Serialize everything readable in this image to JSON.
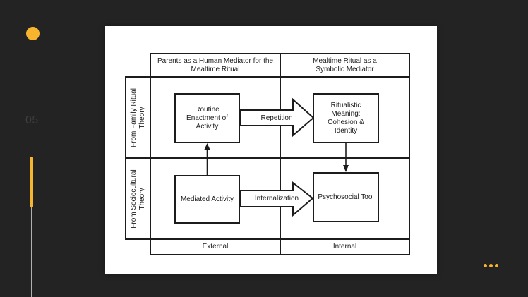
{
  "slide": {
    "page_number": "05",
    "colors": {
      "background": "#232323",
      "accent": "#F7B52F",
      "panel": "#ffffff",
      "diagram_line": "#1c1c1c",
      "muted_number": "#3e3e40",
      "thin_line": "#b0b0b0"
    },
    "icons": {
      "more": "more-options-dots-icon"
    }
  },
  "diagram": {
    "column_headers": [
      "Parents as a Human Mediator for the\nMealtime Ritual",
      "Mealtime Ritual as a\nSymbolic Mediator"
    ],
    "row_labels": [
      "From Family Ritual\nTheory",
      "From Sociocultural\nTheory"
    ],
    "boxes": {
      "routine": "Routine\nEnactment of\nActivity",
      "ritualistic": "Ritualistic\nMeaning:\nCohesion &\nIdentity",
      "mediated": "Mediated Activity",
      "psychosocial": "Psychosocial Tool"
    },
    "arrow_labels": {
      "repetition": "Repetition",
      "internalization": "Internalization"
    },
    "footer_cells": [
      "External",
      "Internal"
    ]
  }
}
